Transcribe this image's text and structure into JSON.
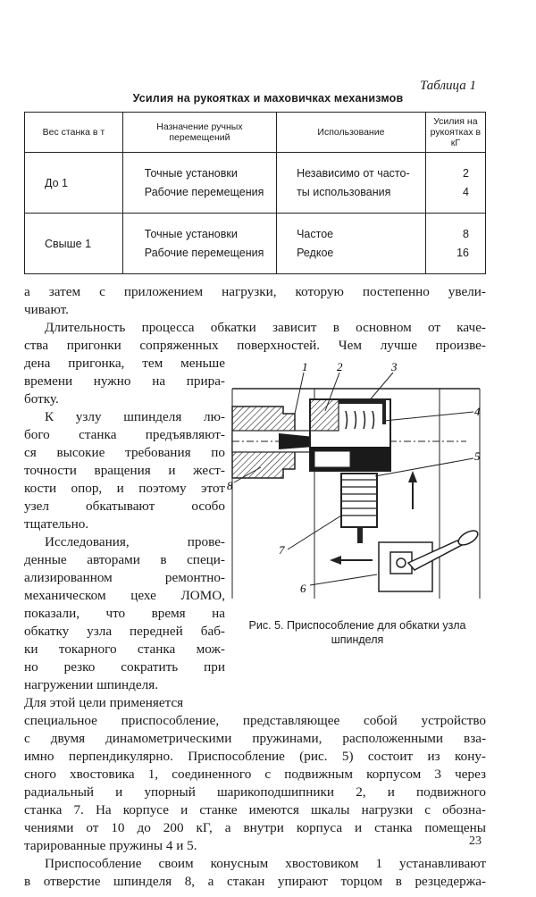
{
  "table_caption": "Таблица 1",
  "table_title": "Усилия на рукоятках и маховичках механизмов",
  "table": {
    "headers": [
      "Вес станка в т",
      "Назначение ручных перемещений",
      "Использование",
      "Усилия на рукоятках в кГ"
    ],
    "rows": [
      {
        "weight": "До 1",
        "purposes": [
          "Точные установки",
          "Рабочие перемещения"
        ],
        "usage": [
          "Независимо от часто-",
          "ты использования"
        ],
        "forces": [
          "2",
          "4"
        ]
      },
      {
        "weight": "Свыше 1",
        "purposes": [
          "Точные установки",
          "Рабочие перемещения"
        ],
        "usage": [
          "Частое",
          "Редкое"
        ],
        "forces": [
          "8",
          "16"
        ]
      }
    ]
  },
  "text": {
    "l01": "а затем с приложением нагрузки, которую постепенно увели-",
    "l02": "чивают.",
    "l03": "Длительность процесса обкатки зависит в основном от каче-",
    "l04": "ства пригонки сопряженных поверхностей. Чем лучше произве-",
    "l05": "дена пригонка, тем меньше",
    "l06": "времени нужно на прира-",
    "l07": "ботку.",
    "l08": "К узлу шпинделя лю-",
    "l09": "бого станка предъявляют-",
    "l10": "ся высокие требования по",
    "l11": "точности вращения и жест-",
    "l12": "кости опор, и поэтому этот",
    "l13": "узел обкатывают особо",
    "l14": "тщательно.",
    "l15": "Исследования, прове-",
    "l16": "денные авторами в специ-",
    "l17": "ализированном ремонтно-",
    "l18": "механическом цехе ЛОМО,",
    "l19": "показали, что время на",
    "l20": "обкатку узла передней баб-",
    "l21": "ки токарного станка мож-",
    "l22": "но резко сократить при",
    "l23": "нагружении шпинделя.",
    "l24": "Для этой цели применяется",
    "l25": "специальное приспособление, представляющее собой устройство",
    "l26": "с двумя динамометрическими пружинами, расположенными вза-",
    "l27": "имно перпендикулярно. Приспособление (рис. 5) состоит из кону-",
    "l28": "сного хвостовика 1, соединенного с подвижным корпусом 3 через",
    "l29": "радиальный и упорный шарикоподшипники 2, и подвижного",
    "l30": "станка 7. На корпусе и станке имеются шкалы нагрузки с обозна-",
    "l31": "чениями от 10 до 200 кГ, а внутри корпуса и станка помещены",
    "l32": "тарированные пружины 4 и 5.",
    "l33": "Приспособление своим конусным хвостовиком 1 устанавливают",
    "l34": "в отверстие шпинделя 8, а стакан упирают торцом в резцедержа-"
  },
  "figure": {
    "labels": [
      "1",
      "2",
      "3",
      "4",
      "5",
      "6",
      "7",
      "8"
    ],
    "caption_line1": "Рис. 5. Приспособление для обкатки узла",
    "caption_line2": "шпинделя"
  },
  "page_number": "23"
}
